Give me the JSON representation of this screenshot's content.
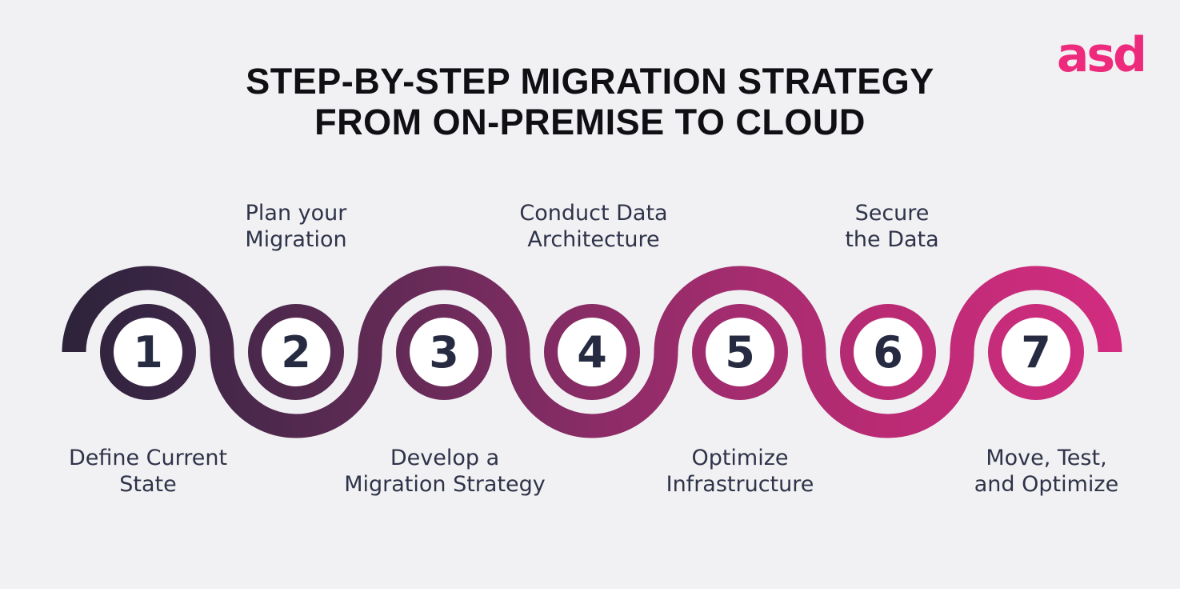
{
  "title": "STEP-BY-STEP MIGRATION STRATEGY\nFROM ON-PREMISE TO CLOUD",
  "logo": {
    "text": "asd",
    "color": "#EE2A7D"
  },
  "canvas": {
    "background_color": "#F1F1F3"
  },
  "diagram": {
    "type": "process-flow-wave",
    "description": "Seven numbered steps placed on a continuous S-shaped wave path with a left-to-right gradient from dark purple to pink; odd steps are labeled below the wave, even steps above.",
    "gradient": [
      "#2C2339",
      "#382544",
      "#52294F",
      "#6C2B5A",
      "#8A2C66",
      "#A42C6F",
      "#BA2B74",
      "#D22C80"
    ],
    "number_color": "#272B42",
    "label_color": "#2F3349",
    "node_fill": "#FFFFFF",
    "steps": [
      {
        "number": "1",
        "label": "Define Current\nState",
        "label_position": "below"
      },
      {
        "number": "2",
        "label": "Plan your\nMigration",
        "label_position": "above"
      },
      {
        "number": "3",
        "label": "Develop a\nMigration Strategy",
        "label_position": "below"
      },
      {
        "number": "4",
        "label": "Conduct Data\nArchitecture",
        "label_position": "above"
      },
      {
        "number": "5",
        "label": "Optimize\nInfrastructure",
        "label_position": "below"
      },
      {
        "number": "6",
        "label": "Secure\nthe Data",
        "label_position": "above"
      },
      {
        "number": "7",
        "label": "Move, Test,\nand Optimize",
        "label_position": "below"
      }
    ]
  }
}
